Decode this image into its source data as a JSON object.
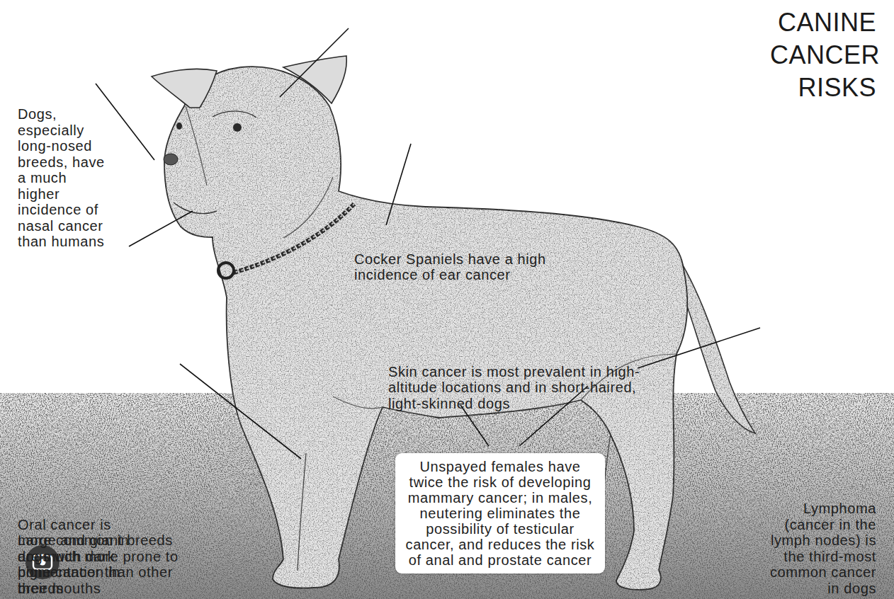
{
  "diagram": {
    "title": "CANINE CANCER RISKS",
    "nodes": [
      {
        "text": [
          "Unspayed females have twice the risk of developing mammary cancer; in males, neutering eliminates the possibility of testicular cancer, and reduces the risk of anal and prostate cancer"
        ]
      }
    ],
    "labels": [
      "Dogs, especially long-nosed breeds, have a much higher incidence of nasal cancer than humans",
      "Cocker Spaniels have a high incidence of ear cancer",
      "Skin cancer is most prevalent in high-altitude locations and in short-haired, light-skinned dogs",
      "Oral cancer is more common in dogs with dark pigmentation in their mouths",
      "Large and giant breeds are much more prone to bone cancer than other breeds",
      "Lymphoma (cancer in the lymph nodes) is the third-most common cancer in dogs"
    ]
  }
}
